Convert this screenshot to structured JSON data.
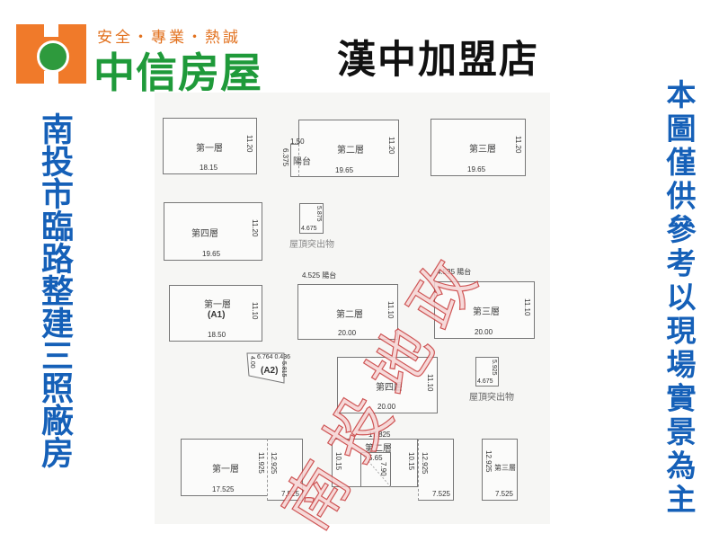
{
  "logo": {
    "slogan": "安全・專業・熱誠",
    "brand": "中信房屋"
  },
  "store_name": "漢中加盟店",
  "left_title": "南投市臨路整建三照廠房",
  "right_note": "本圖僅供參考以現場實景為主",
  "watermark": "南投地政",
  "colors": {
    "brand_green": "#1f9a3a",
    "brand_orange": "#f07a2a",
    "accent_blue": "#1560b8"
  },
  "plan_a": {
    "f1": {
      "label": "第一層",
      "w": "18.15",
      "h": "11.20"
    },
    "f2": {
      "label": "第二層",
      "w": "19.65",
      "h": "11.20",
      "balcony": "陽台",
      "bw": "1.50",
      "bh": "6.375"
    },
    "f3": {
      "label": "第三層",
      "w": "19.65",
      "h": "11.20"
    },
    "f4": {
      "label": "第四層",
      "w": "19.65",
      "h": "11.20"
    },
    "roof": {
      "label": "屋頂突出物",
      "w": "4.675",
      "h": "5.875"
    }
  },
  "plan_b": {
    "f1": {
      "label": "第一層",
      "sub": "(A1)",
      "w": "18.50",
      "h": "11.10"
    },
    "f2": {
      "label": "第二層",
      "w": "20.00",
      "h": "11.10",
      "balcony": "4.525 陽台"
    },
    "f3": {
      "label": "第三層",
      "w": "20.00",
      "h": "11.10",
      "balcony": "4.525 陽台"
    },
    "a2": {
      "label": "(A2)",
      "top": "6.764 0.436",
      "left": "4.00",
      "right": "5.815"
    },
    "f4": {
      "label": "第四層",
      "w": "20.00",
      "h": "11.10"
    },
    "roof": {
      "label": "屋頂突出物",
      "w": "4.675",
      "h": "5.925"
    }
  },
  "plan_c": {
    "f1": {
      "label": "第一層",
      "w": "17.525",
      "h1": "11.925",
      "h2": "12.925",
      "w2": "7.525"
    },
    "f2": {
      "label": "第二層",
      "top": "17.825",
      "left": "10.15",
      "inner_w": "5.65",
      "inner_h": "7.90",
      "h1": "10.15",
      "h2": "12.925",
      "w2": "7.525"
    },
    "f3": {
      "label": "第三層",
      "h": "12.925",
      "w": "7.525"
    }
  }
}
